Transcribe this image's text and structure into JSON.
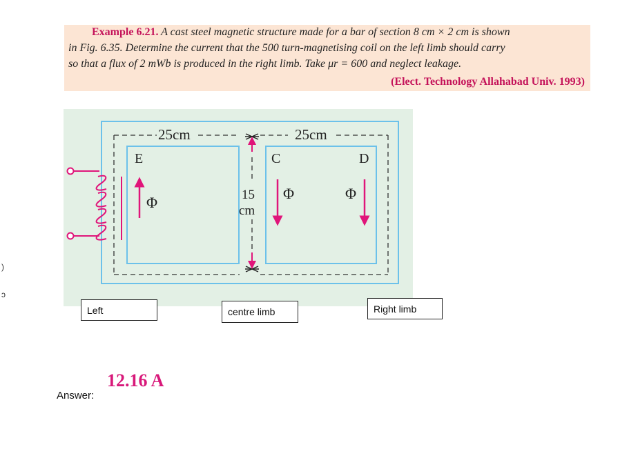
{
  "problem": {
    "heading": "Example 6.21.",
    "line1": "A cast steel magnetic structure made for a bar of section 8 cm × 2 cm is shown",
    "line2": "in Fig. 6.35. Determine the current that the 500 turn-magnetising coil on the left limb should carry",
    "line3": "so that a flux of 2 mWb is produced in the right limb. Take μr = 600 and neglect leakage.",
    "source": "(Elect. Technology Allahabad Univ. 1993)"
  },
  "figure": {
    "dim_left": "25cm",
    "dim_right": "25cm",
    "dim_centre_num": "15",
    "dim_centre_unit": "cm",
    "label_E": "E",
    "label_C": "C",
    "label_D": "D",
    "flux_symbol": "Φ",
    "colors": {
      "background": "#e3f0e5",
      "core": "#6cc1ea",
      "arrow": "#e0157a",
      "dash": "#333333"
    }
  },
  "annotations": {
    "left": "Left",
    "centre": "centre limb",
    "right": "Right limb"
  },
  "answer": {
    "label": "Answer:",
    "value": "12.16 A"
  },
  "edge_marks": [
    ")",
    "ↄ"
  ]
}
